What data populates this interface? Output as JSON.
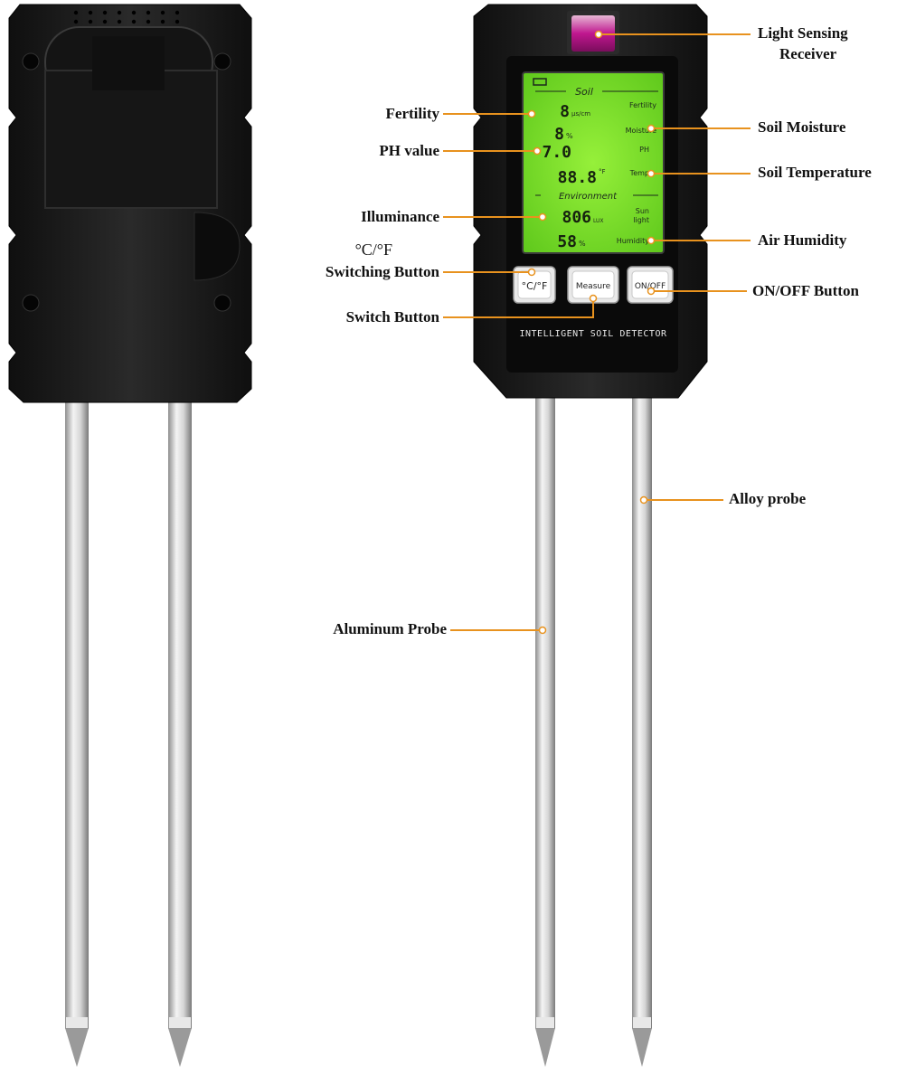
{
  "device": {
    "brand_line": "INTELLIGENT SOIL DETECTOR",
    "lcd": {
      "section_soil": "Soil",
      "section_env": "Environment",
      "labels": {
        "fertility": "Fertility",
        "moisture": "Moisture",
        "ph": "PH",
        "temp": "Temp",
        "sunlight_1": "Sun",
        "sunlight_2": "light",
        "humidity": "Humidity"
      },
      "values": {
        "fertility": "8",
        "fertility_unit": "μs/cm",
        "moisture": "8",
        "moisture_unit": "%",
        "ph": "7.0",
        "temp": "88.8",
        "temp_unit": "°F",
        "light": "806",
        "light_unit": "LUX",
        "humidity": "58",
        "humidity_unit": "%"
      }
    },
    "buttons": {
      "unit": "°C/°F",
      "measure": "Measure",
      "power": "ON/OFF"
    }
  },
  "callouts": {
    "light_sensor_1": "Light Sensing",
    "light_sensor_2": "Receiver",
    "fertility": "Fertility",
    "soil_moisture": "Soil Moisture",
    "ph_value": "PH value",
    "soil_temperature": "Soil Temperature",
    "illuminance": "Illuminance",
    "air_humidity": "Air Humidity",
    "unit_symbol": "°C/°F",
    "switching_button": "Switching Button",
    "on_off_button": "ON/OFF Button",
    "switch_button": "Switch Button",
    "alloy_probe": "Alloy probe",
    "aluminum_probe": "Aluminum Probe"
  },
  "colors": {
    "body": "#1b1b1b",
    "lcd_green": "#7fe02a",
    "accent_orange": "#e8921e",
    "sensor_magenta": "#c0178f",
    "probe": "#c9c9c9"
  }
}
